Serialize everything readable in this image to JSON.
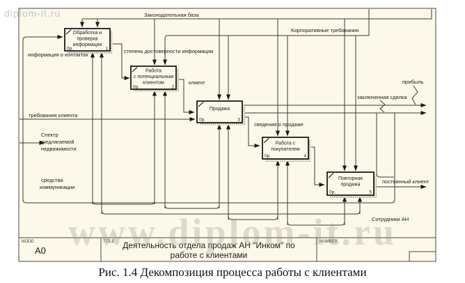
{
  "watermark_top": "diplom-it.ru",
  "watermark_big": "www.diplom-it.ru",
  "caption": "Рис. 1.4 Декомпозиция процесса работы с клиентами",
  "colors": {
    "sheet": "#fcf8ea",
    "line": "#3a3a35",
    "box_border": "#000000",
    "watermark": "#969688"
  },
  "footer": {
    "node_label": "NODE:",
    "node_value": "A0",
    "title_label": "TITLE:",
    "title_line1": "Деятельность отдела продаж  АН \"Инком\"  по",
    "title_line2": "работе  с клиентами",
    "number_label": "NUMBER:"
  },
  "labels": {
    "legislative": "Законодательная база",
    "corporate": "Корпоративные требования",
    "contacts": "информация о контактах",
    "accuracy": "степень достоверности информации",
    "client": "клиент",
    "requirements": "требования клиента",
    "spectrum": [
      "Спектр",
      "предлагаемой",
      "недвижимости"
    ],
    "communication": [
      "средства",
      "коммуникации"
    ],
    "sales_info": "сведения о продаже",
    "deal": "заключенная сделка",
    "profit": "прибыль",
    "regular_client": "постоянный клиент",
    "staff": "Сотрудники АН"
  },
  "boxes": [
    {
      "lines": [
        "Обработка и",
        "проверка",
        "информации"
      ],
      "cost": "0р.",
      "num": "1"
    },
    {
      "lines": [
        "Работа",
        "с потенциальным",
        "клиентом"
      ],
      "cost": "0р.",
      "num": "2"
    },
    {
      "lines": [
        "Продажа"
      ],
      "cost": "0р.",
      "num": "3"
    },
    {
      "lines": [
        "Работа с",
        "покупателем"
      ],
      "cost": "0р.",
      "num": "4"
    },
    {
      "lines": [
        "Повторная",
        "продажа"
      ],
      "cost": "0р.",
      "num": "5"
    }
  ]
}
